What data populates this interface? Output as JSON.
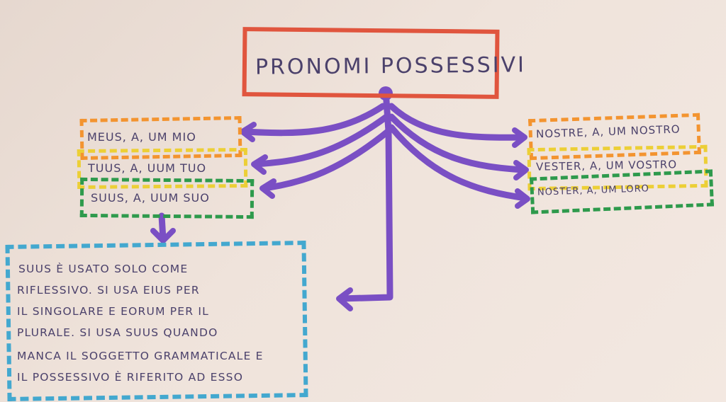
{
  "title": "PRONOMI POSSESSIVI",
  "left_rows": [
    "MEUS, A, UM  MIO",
    "TUUS, A, UUM  TUO",
    "SUUS, A, UUM SUO"
  ],
  "right_rows": [
    "NOSTRE, A, UM  NOSTRO",
    "VESTER, A, UM  VOSTRO",
    "NOSTER, A, UM  LORO"
  ],
  "note_lines": [
    "SUUS È USATO SOLO COME",
    "RIFLESSIVO. SI USA EIUS PER",
    "IL SINGOLARE E EORUM PER IL",
    "PLURALE. SI USA SUUS QUANDO",
    "MANCA IL SOGGETTO GRAMMATICALE E",
    "IL POSSESSIVO È RIFERITO AD ESSO"
  ],
  "colors": {
    "paper": "#ecdfd6",
    "title_border": "#e0553e",
    "orange": "#f39430",
    "yellow": "#eccf36",
    "green": "#2e9a4c",
    "note_border": "#43a8cf",
    "arrows": "#7a4fc4",
    "ink": "#4b416b"
  }
}
